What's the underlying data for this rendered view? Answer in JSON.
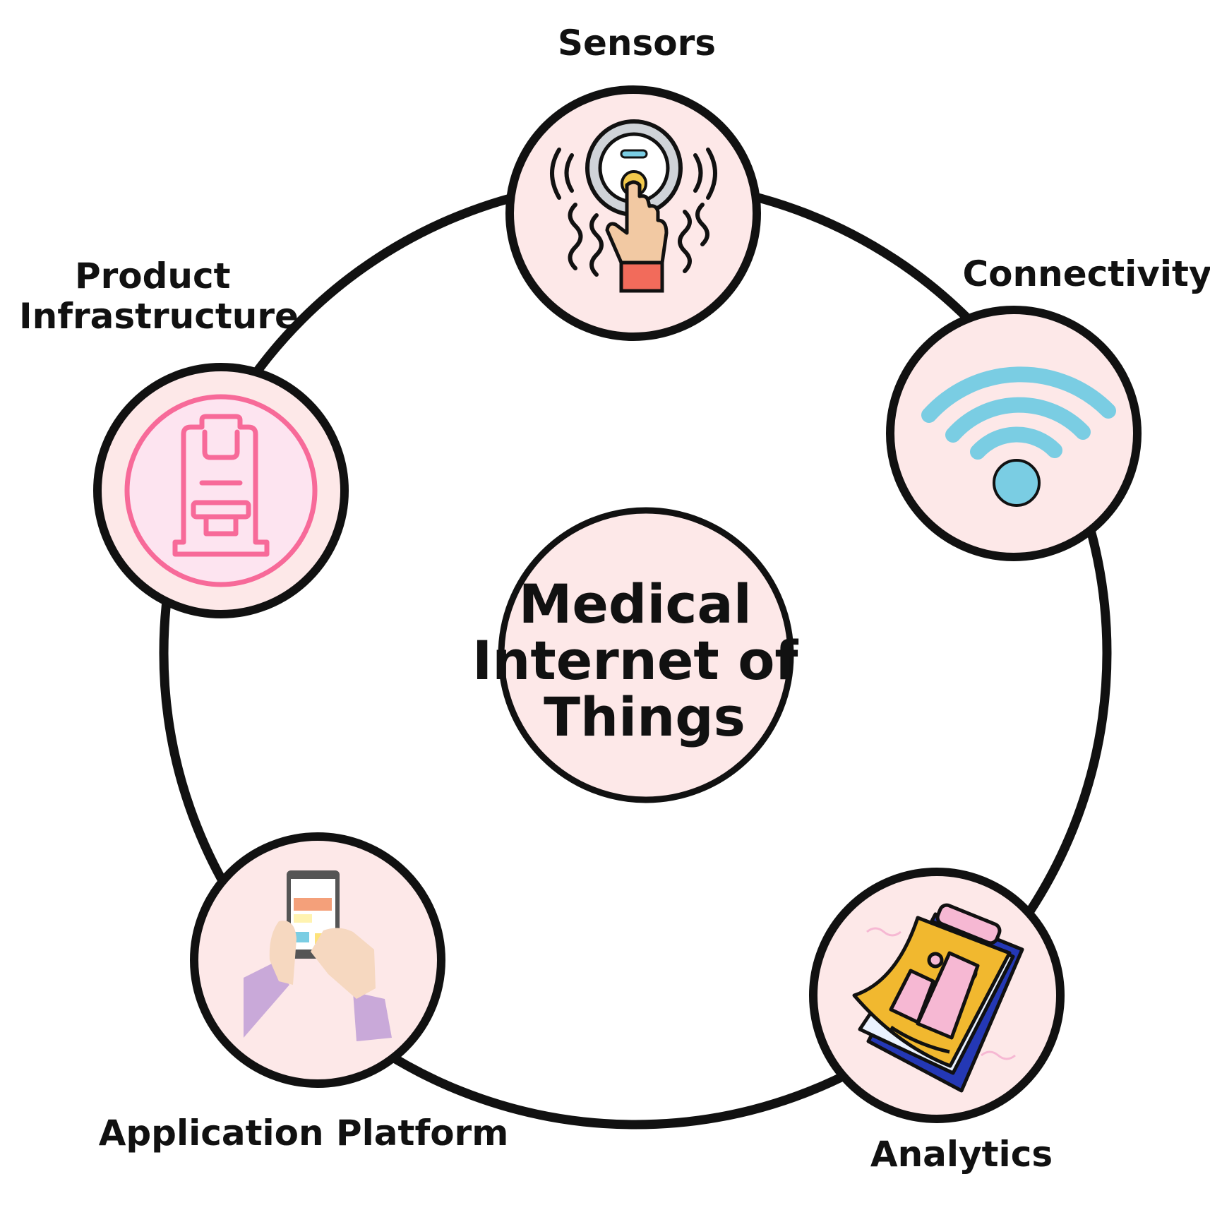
{
  "diagram": {
    "center": {
      "lines": [
        "Medical",
        "Internet of",
        "Things"
      ]
    },
    "nodes": [
      {
        "id": "sensors",
        "label_lines": [
          "Sensors"
        ],
        "icon": "touch-sensor-icon"
      },
      {
        "id": "connectivity",
        "label_lines": [
          "Connectivity"
        ],
        "icon": "wifi-icon"
      },
      {
        "id": "analytics",
        "label_lines": [
          "Analytics"
        ],
        "icon": "clipboard-chart-icon"
      },
      {
        "id": "application-platform",
        "label_lines": [
          "Application Platform"
        ],
        "icon": "smartphone-hands-icon"
      },
      {
        "id": "product-infrastructure",
        "label_lines": [
          "Product",
          "Infrastructure"
        ],
        "icon": "coffee-machine-icon"
      }
    ],
    "colors": {
      "outline": "#111111",
      "node_fill": "#fde8e8",
      "infra_fill": "#fde4f0",
      "infra_stroke": "#f76a99",
      "wifi": "#7acde3",
      "sensor_button": "#f2c94c",
      "sensor_ring": "#9aa0a6",
      "cuff": "#f26b5b",
      "skin": "#f2c9a3",
      "sleeve": "#c9a9d9",
      "clipboard_blue": "#2438b5",
      "clipboard_yellow": "#f1b82f",
      "clipboard_pink": "#f6b8d3"
    }
  }
}
